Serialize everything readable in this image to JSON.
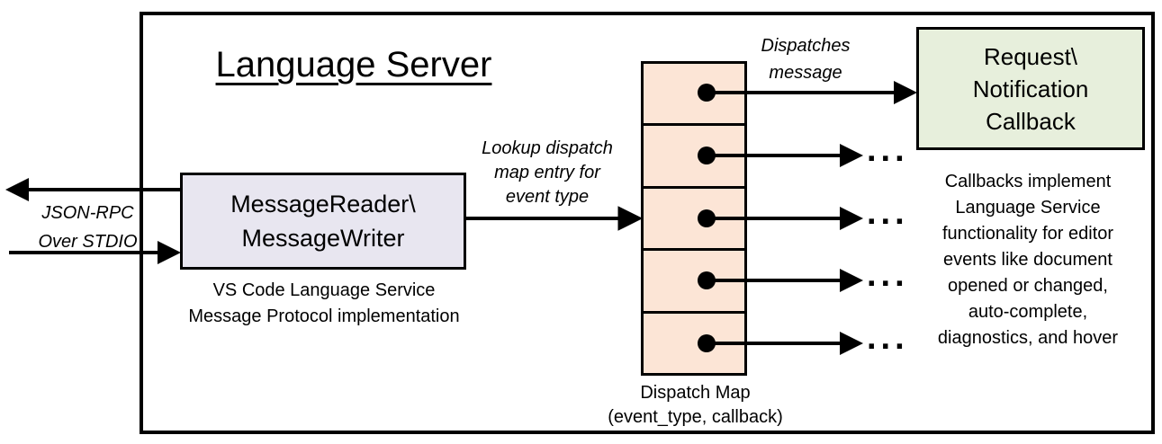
{
  "colors": {
    "border": "#000000",
    "reader_box_fill": "#e8e6f0",
    "dispatch_cell_fill": "#fce5d6",
    "callback_box_fill": "#e7efdc",
    "background": "#ffffff"
  },
  "diagram": {
    "title": "Language Server",
    "io_arrows_label": "JSON-RPC\nOver STDIO",
    "message_box": {
      "label": "MessageReader\\\nMessageWriter",
      "caption": "VS Code Language Service\nMessage Protocol implementation"
    },
    "lookup_label": "Lookup dispatch\nmap entry for\nevent type",
    "dispatches_label": "Dispatches\nmessage",
    "dispatch_map": {
      "caption": "Dispatch Map\n(event_type, callback)",
      "row_count": 5
    },
    "callback_box": {
      "label": "Request\\\nNotification\nCallback",
      "caption": "Callbacks implement\nLanguage Service\nfunctionality for editor\nevents like document\nopened or changed,\nauto-complete,\ndiagnostics, and hover"
    },
    "ellipsis": "..."
  }
}
